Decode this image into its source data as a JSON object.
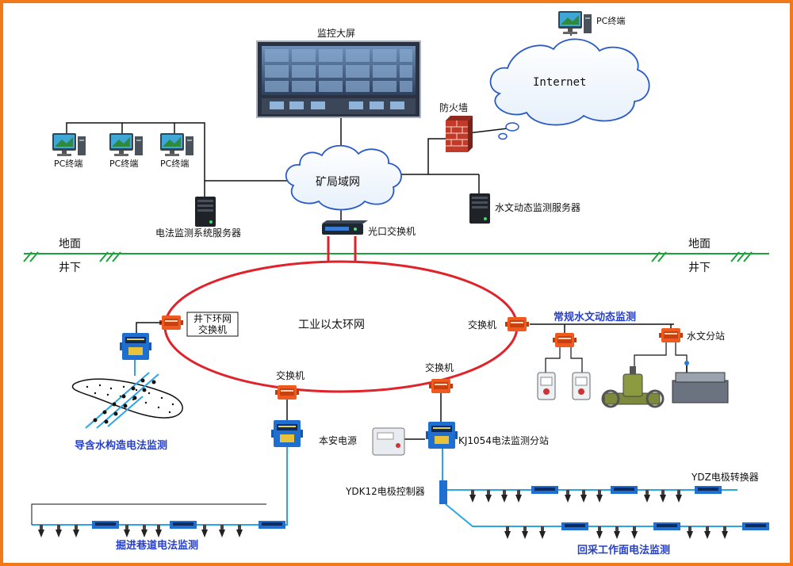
{
  "labels": {
    "monitor_wall": "监控大屏",
    "pc_terminal": "PC终端",
    "internet": "Internet",
    "firewall": "防火墙",
    "mine_lan": "矿局域网",
    "dianfa_server": "电法监测系统服务器",
    "shuiwen_server": "水文动态监测服务器",
    "optical_switch": "光口交换机",
    "ground": "地面",
    "underground": "井下",
    "industrial_ring": "工业以太环网",
    "ring_switch_line1": "井下环网",
    "ring_switch_line2": "交换机",
    "switch": "交换机",
    "routine_hydro": "常规水文动态监测",
    "hydro_substation": "水文分站",
    "water_structure_monitor": "导含水构造电法监测",
    "intrinsic_power": "本安电源",
    "kj1054_substation": "KJ1054电法监测分站",
    "ydk12_controller": "YDK12电极控制器",
    "ydz_converter": "YDZ电极转换器",
    "heading_monitor": "掘进巷道电法监测",
    "working_face_monitor": "回采工作面电法监测"
  },
  "colors": {
    "frame": "#f07a1a",
    "ring": "#e0222a",
    "cable_blue": "#2aa6e8",
    "line_black": "#111111",
    "ground_green": "#1aa33a",
    "device_blue": "#1f6fd0",
    "device_orange": "#f05a1e",
    "label_blue": "#2740c8"
  },
  "icons": {
    "pc": "computer-icon",
    "server": "server-icon",
    "cloud": "cloud-icon",
    "firewall": "brick-wall-icon",
    "switch": "switch-device-icon",
    "substation": "substation-box-icon",
    "electrode": "electrode-icon"
  }
}
